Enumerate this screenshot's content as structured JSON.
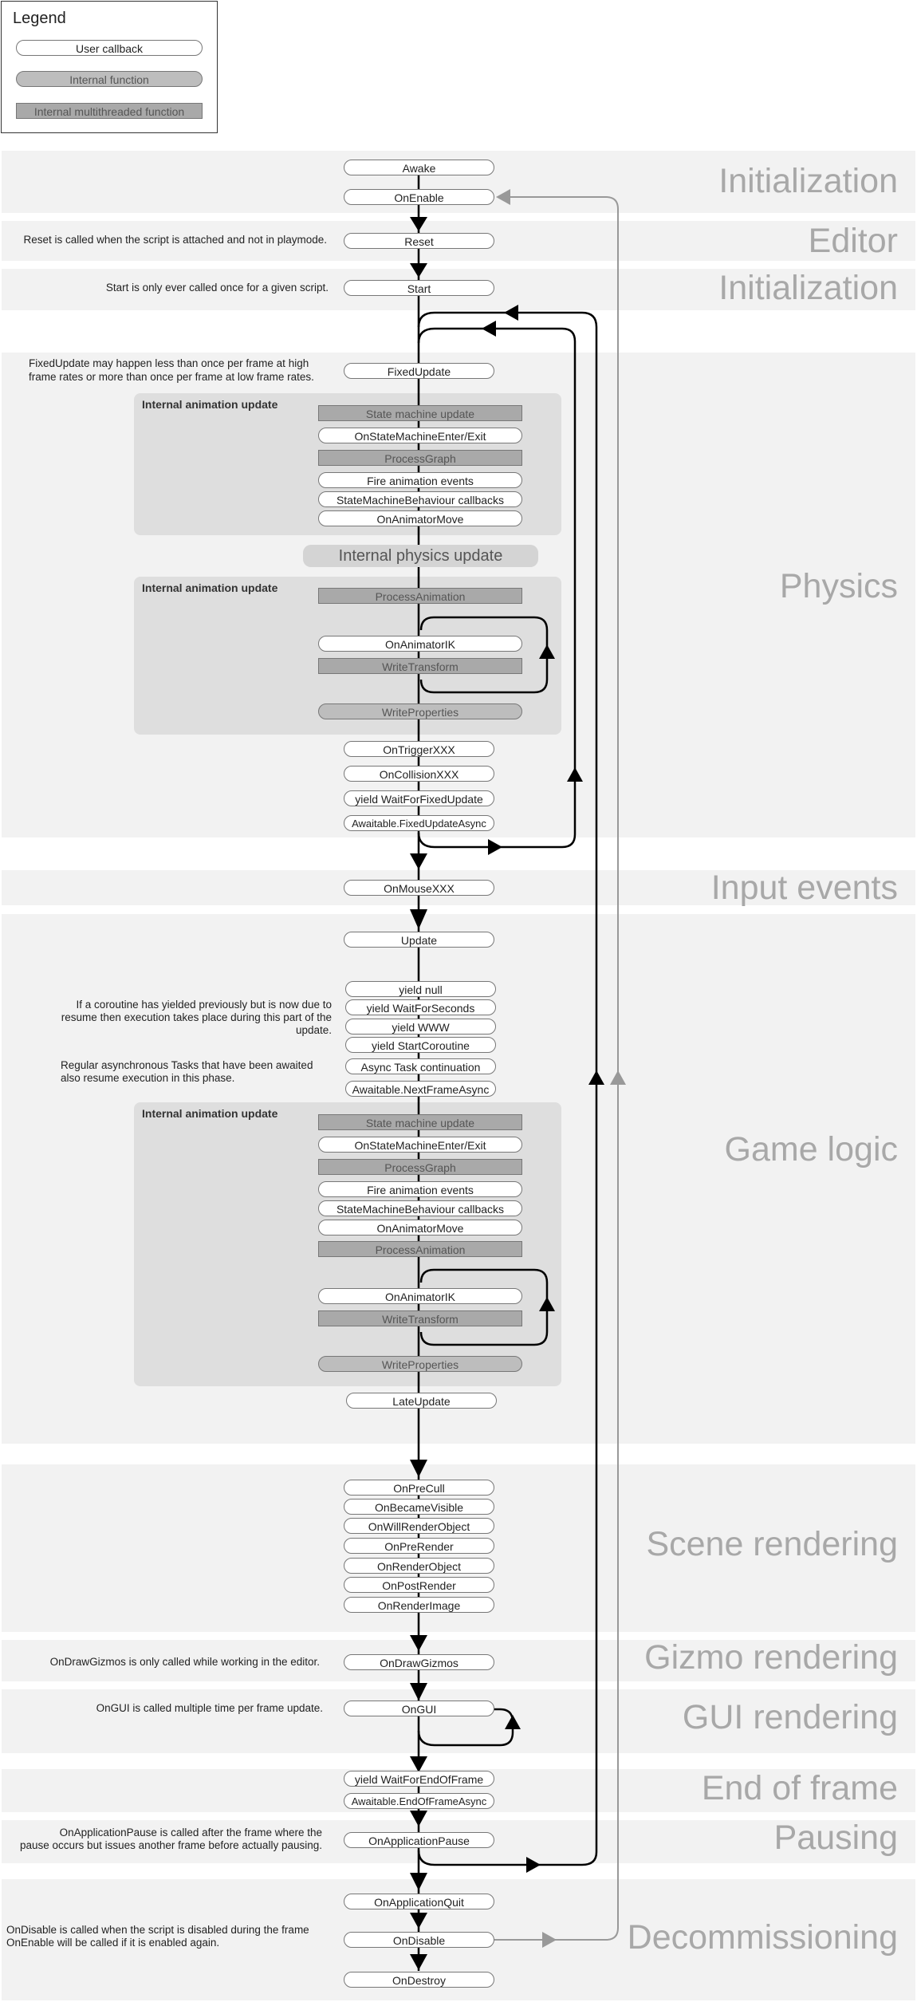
{
  "legend": {
    "title": "Legend",
    "user_callback": "User callback",
    "internal_function": "Internal function",
    "internal_multithreaded": "Internal multithreaded function"
  },
  "phases": {
    "initialization_1": "Initialization",
    "editor": "Editor",
    "initialization_2": "Initialization",
    "physics": "Physics",
    "input_events": "Input events",
    "game_logic": "Game logic",
    "scene_rendering": "Scene rendering",
    "gizmo_rendering": "Gizmo rendering",
    "gui_rendering": "GUI rendering",
    "end_of_frame": "End of frame",
    "pausing": "Pausing",
    "decommissioning": "Decommissioning"
  },
  "nodes": {
    "awake": "Awake",
    "on_enable": "OnEnable",
    "reset": "Reset",
    "start": "Start",
    "fixed_update": "FixedUpdate",
    "physics_update": "Internal physics update",
    "on_trigger": "OnTriggerXXX",
    "on_collision": "OnCollisionXXX",
    "yield_fixed": "yield WaitForFixedUpdate",
    "awaitable_fixed": "Awaitable.FixedUpdateAsync",
    "on_mouse": "OnMouseXXX",
    "update": "Update",
    "yield_null": "yield null",
    "yield_seconds": "yield WaitForSeconds",
    "yield_www": "yield WWW",
    "yield_coroutine": "yield StartCoroutine",
    "async_task": "Async Task continuation",
    "awaitable_next": "Awaitable.NextFrameAsync",
    "late_update": "LateUpdate",
    "on_pre_cull": "OnPreCull",
    "on_became_visible": "OnBecameVisible",
    "on_will_render": "OnWillRenderObject",
    "on_pre_render": "OnPreRender",
    "on_render_object": "OnRenderObject",
    "on_post_render": "OnPostRender",
    "on_render_image": "OnRenderImage",
    "on_draw_gizmos": "OnDrawGizmos",
    "on_gui": "OnGUI",
    "yield_end_frame": "yield WaitForEndOfFrame",
    "awaitable_end_frame": "Awaitable.EndOfFrameAsync",
    "on_app_pause": "OnApplicationPause",
    "on_app_quit": "OnApplicationQuit",
    "on_disable": "OnDisable",
    "on_destroy": "OnDestroy"
  },
  "anim_panels": {
    "title": "Internal animation update",
    "state_machine_update": "State machine update",
    "state_machine_enter_exit": "OnStateMachineEnter/Exit",
    "process_graph": "ProcessGraph",
    "fire_events": "Fire animation events",
    "smb_callbacks": "StateMachineBehaviour callbacks",
    "on_animator_move": "OnAnimatorMove",
    "process_animation": "ProcessAnimation",
    "on_animator_ik": "OnAnimatorIK",
    "write_transform": "WriteTransform",
    "write_properties": "WriteProperties"
  },
  "notes": {
    "reset": "Reset is called when the script is attached and not in playmode.",
    "start": "Start is only ever called once for a given script.",
    "fixed_1": "FixedUpdate may happen less than once per frame at high",
    "fixed_2": "frame rates or more than once per frame at low frame rates.",
    "coroutine_1": "If a coroutine has yielded previously but is now due to",
    "coroutine_2": "resume then execution takes place during this part of the",
    "coroutine_3": "update.",
    "async_1": "Regular asynchronous Tasks that have been awaited",
    "async_2": "also resume execution in this phase.",
    "gizmos": "OnDrawGizmos is only called while working in the editor.",
    "gui": "OnGUI is called multiple time per frame update.",
    "pause_1": "OnApplicationPause is called after the frame where the",
    "pause_2": "pause occurs but issues another frame before actually pausing.",
    "disable_1": "OnDisable is called when the script is disabled during the frame",
    "disable_2": "OnEnable will be called if it is enabled again."
  },
  "colors": {
    "band": "#f2f2f2",
    "panel": "#dedede",
    "phase_text": "#a8a8a8",
    "wire": "#000000",
    "return_wire": "#999999"
  }
}
